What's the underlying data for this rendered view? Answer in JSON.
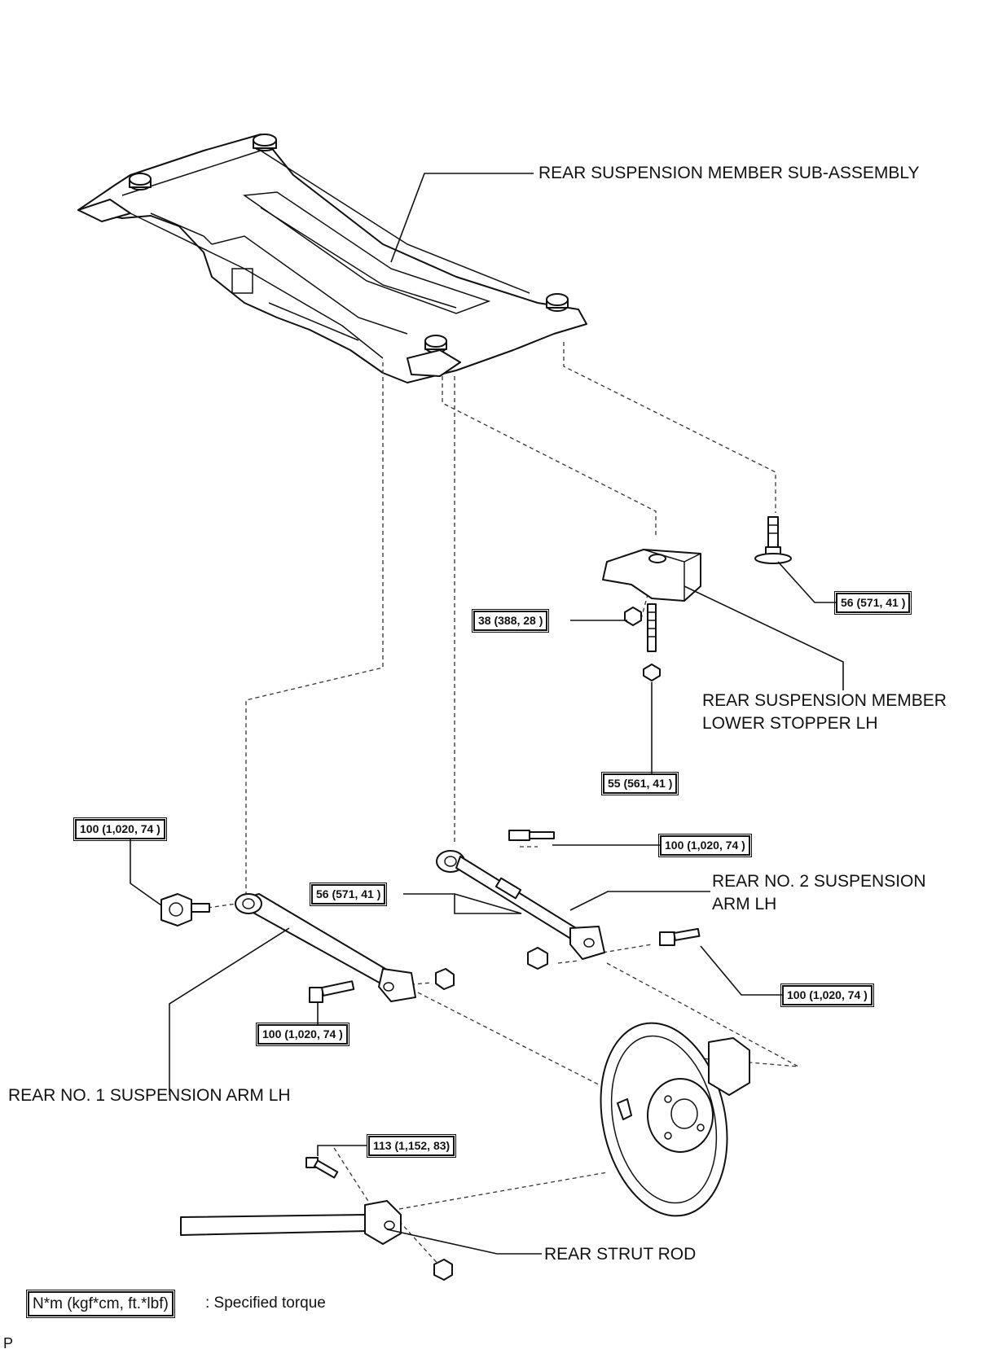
{
  "labels": {
    "rear_suspension_member": "REAR SUSPENSION MEMBER SUB-ASSEMBLY",
    "lower_stopper_line1": "REAR SUSPENSION MEMBER",
    "lower_stopper_line2": "LOWER STOPPER LH",
    "no2_arm_line1": "REAR NO. 2 SUSPENSION",
    "no2_arm_line2": "ARM LH",
    "no1_arm": "REAR NO. 1 SUSPENSION ARM LH",
    "strut_rod": "REAR STRUT ROD"
  },
  "torques": {
    "t1": "56 (571, 41 )",
    "t2": "38 (388, 28 )",
    "t3": "55 (561, 41 )",
    "t4": "100 (1,020, 74 )",
    "t5": "100 (1,020, 74 )",
    "t6": "56 (571, 41 )",
    "t7": "100 (1,020, 74 )",
    "t8": "100 (1,020, 74 )",
    "t9": "113 (1,152, 83)"
  },
  "legend": {
    "box": "N*m (kgf*cm, ft.*lbf)",
    "text": ": Specified torque"
  },
  "corner_code": "P"
}
